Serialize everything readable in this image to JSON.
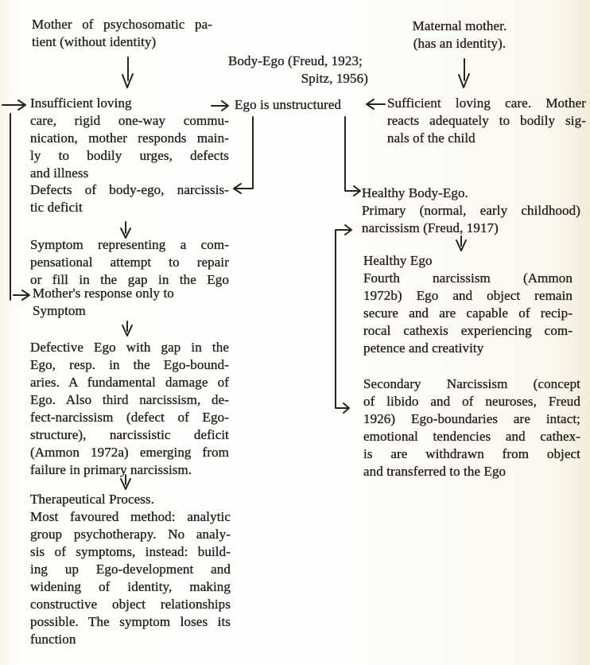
{
  "page": {
    "paper_color": "#fdfcf8",
    "edge_tint": "#f2ecda",
    "ink_color": "#262220"
  },
  "top": {
    "left_label": {
      "lines": [
        {
          "t": "Mother of psychosomatic pa-",
          "j": true
        },
        {
          "t": "tient (without identity)",
          "j": false
        }
      ]
    },
    "center_label": {
      "lines": [
        {
          "t": "Body-Ego (Freud, 1923;",
          "j": false
        },
        {
          "t": "Spitz, 1956)",
          "j": false
        }
      ]
    },
    "right_label": {
      "lines": [
        {
          "t": "Maternal mother.",
          "j": false
        },
        {
          "t": "(has an identity).",
          "j": false
        }
      ]
    }
  },
  "center": {
    "ego_unstructured": "Ego is unstructured"
  },
  "left_column": {
    "insufficient_loving": {
      "lines": [
        {
          "t": "Insufficient loving",
          "j": false
        },
        {
          "t": "care, rigid one-way commu-",
          "j": true
        },
        {
          "t": "nication, mother responds main-",
          "j": true
        },
        {
          "t": "ly to bodily urges, defects",
          "j": true
        },
        {
          "t": "and illness",
          "j": false
        }
      ]
    },
    "defects_body_ego": {
      "lines": [
        {
          "t": "Defects of body-ego, narcissis-",
          "j": true
        },
        {
          "t": "tic deficit",
          "j": false
        }
      ]
    },
    "symptom_compensational": {
      "lines": [
        {
          "t": "Symptom representing a com-",
          "j": true
        },
        {
          "t": "pensational attempt to repair",
          "j": true
        },
        {
          "t": "or fill in the gap in the Ego",
          "j": true
        }
      ]
    },
    "mothers_response": {
      "lines": [
        {
          "t": "Mother's response only to",
          "j": false
        },
        {
          "t": "Symptom",
          "j": false
        }
      ]
    },
    "defective_ego": {
      "lines": [
        {
          "t": "Defective Ego with gap in the",
          "j": true
        },
        {
          "t": "Ego, resp. in the Ego-bound-",
          "j": true
        },
        {
          "t": "aries. A fundamental damage of",
          "j": true
        },
        {
          "t": "Ego. Also third narcissism, de-",
          "j": true
        },
        {
          "t": "fect-narcissism (defect of Ego-",
          "j": true
        },
        {
          "t": "structure), narcissistic deficit",
          "j": true
        },
        {
          "t": "(Ammon 1972a) emerging from",
          "j": true
        },
        {
          "t": "failure in primary narcissism.",
          "j": false
        }
      ]
    },
    "therapeutical_process": {
      "lines": [
        {
          "t": "Therapeutical Process.",
          "j": false
        },
        {
          "t": "Most favoured method: analytic",
          "j": true
        },
        {
          "t": "group psychotherapy. No analy-",
          "j": true
        },
        {
          "t": "sis of symptoms, instead: build-",
          "j": true
        },
        {
          "t": "ing up Ego-development and",
          "j": true
        },
        {
          "t": "widening of identity, making",
          "j": true
        },
        {
          "t": "constructive object relationships",
          "j": true
        },
        {
          "t": "possible. The symptom loses its",
          "j": true
        },
        {
          "t": "function",
          "j": false
        }
      ]
    }
  },
  "right_column": {
    "sufficient_loving": {
      "lines": [
        {
          "t": "Sufficient loving care. Mother",
          "j": true
        },
        {
          "t": "reacts adequately to bodily sig-",
          "j": true
        },
        {
          "t": "nals of the child",
          "j": false
        }
      ]
    },
    "healthy_body_ego": {
      "lines": [
        {
          "t": "Healthy Body-Ego.",
          "j": false
        },
        {
          "t": "Primary (normal, early childhood)",
          "j": true
        },
        {
          "t": "narcissism (Freud, 1917)",
          "j": false
        }
      ]
    },
    "healthy_ego": {
      "lines": [
        {
          "t": "Healthy Ego",
          "j": false
        },
        {
          "t": "Fourth narcissism (Ammon",
          "j": true
        },
        {
          "t": "1972b) Ego and object remain",
          "j": true
        },
        {
          "t": "secure and are capable of recip-",
          "j": true
        },
        {
          "t": "rocal cathexis experiencing com-",
          "j": true
        },
        {
          "t": "petence and creativity",
          "j": false
        }
      ]
    },
    "secondary_narcissism": {
      "lines": [
        {
          "t": "Secondary Narcissism (concept",
          "j": true
        },
        {
          "t": "of libido and of neuroses, Freud",
          "j": true
        },
        {
          "t": "1926) Ego-boundaries are intact;",
          "j": true
        },
        {
          "t": "emotional tendencies and cathex-",
          "j": true
        },
        {
          "t": "is are withdrawn from object",
          "j": true
        },
        {
          "t": "and transferred to the Ego",
          "j": false
        }
      ]
    }
  }
}
